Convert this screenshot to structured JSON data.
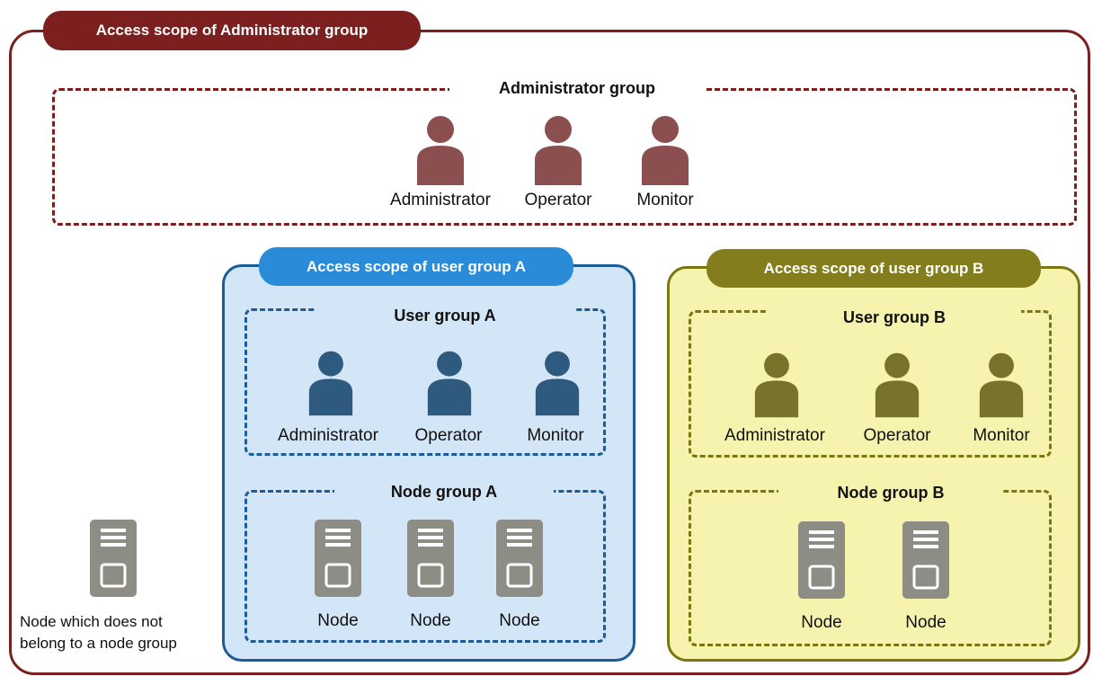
{
  "admin_scope": {
    "title": "Access scope of Administrator group",
    "group_label": "Administrator group",
    "users": [
      "Administrator",
      "Operator",
      "Monitor"
    ],
    "color": "#7b1f1f",
    "person_color": "#8b4f4f"
  },
  "scope_a": {
    "title": "Access scope of user group A",
    "user_group_label": "User group A",
    "users": [
      "Administrator",
      "Operator",
      "Monitor"
    ],
    "node_group_label": "Node group A",
    "nodes": [
      "Node",
      "Node",
      "Node"
    ],
    "fill": "#d3e6f7",
    "border": "#1e5c99",
    "title_fill": "#2a8bd8",
    "person_color": "#2f5a80"
  },
  "scope_b": {
    "title": "Access scope of user group B",
    "user_group_label": "User group B",
    "users": [
      "Administrator",
      "Operator",
      "Monitor"
    ],
    "node_group_label": "Node group B",
    "nodes": [
      "Node",
      "Node"
    ],
    "fill": "#f5f3ad",
    "border": "#7a7710",
    "title_fill": "#847d1e",
    "person_color": "#77732a"
  },
  "ungrouped_node": {
    "caption_line1": "Node which does not",
    "caption_line2": "belong to a node group"
  },
  "icons": {
    "person": "person-icon",
    "server": "server-icon"
  },
  "server_color": "#8d8d86"
}
